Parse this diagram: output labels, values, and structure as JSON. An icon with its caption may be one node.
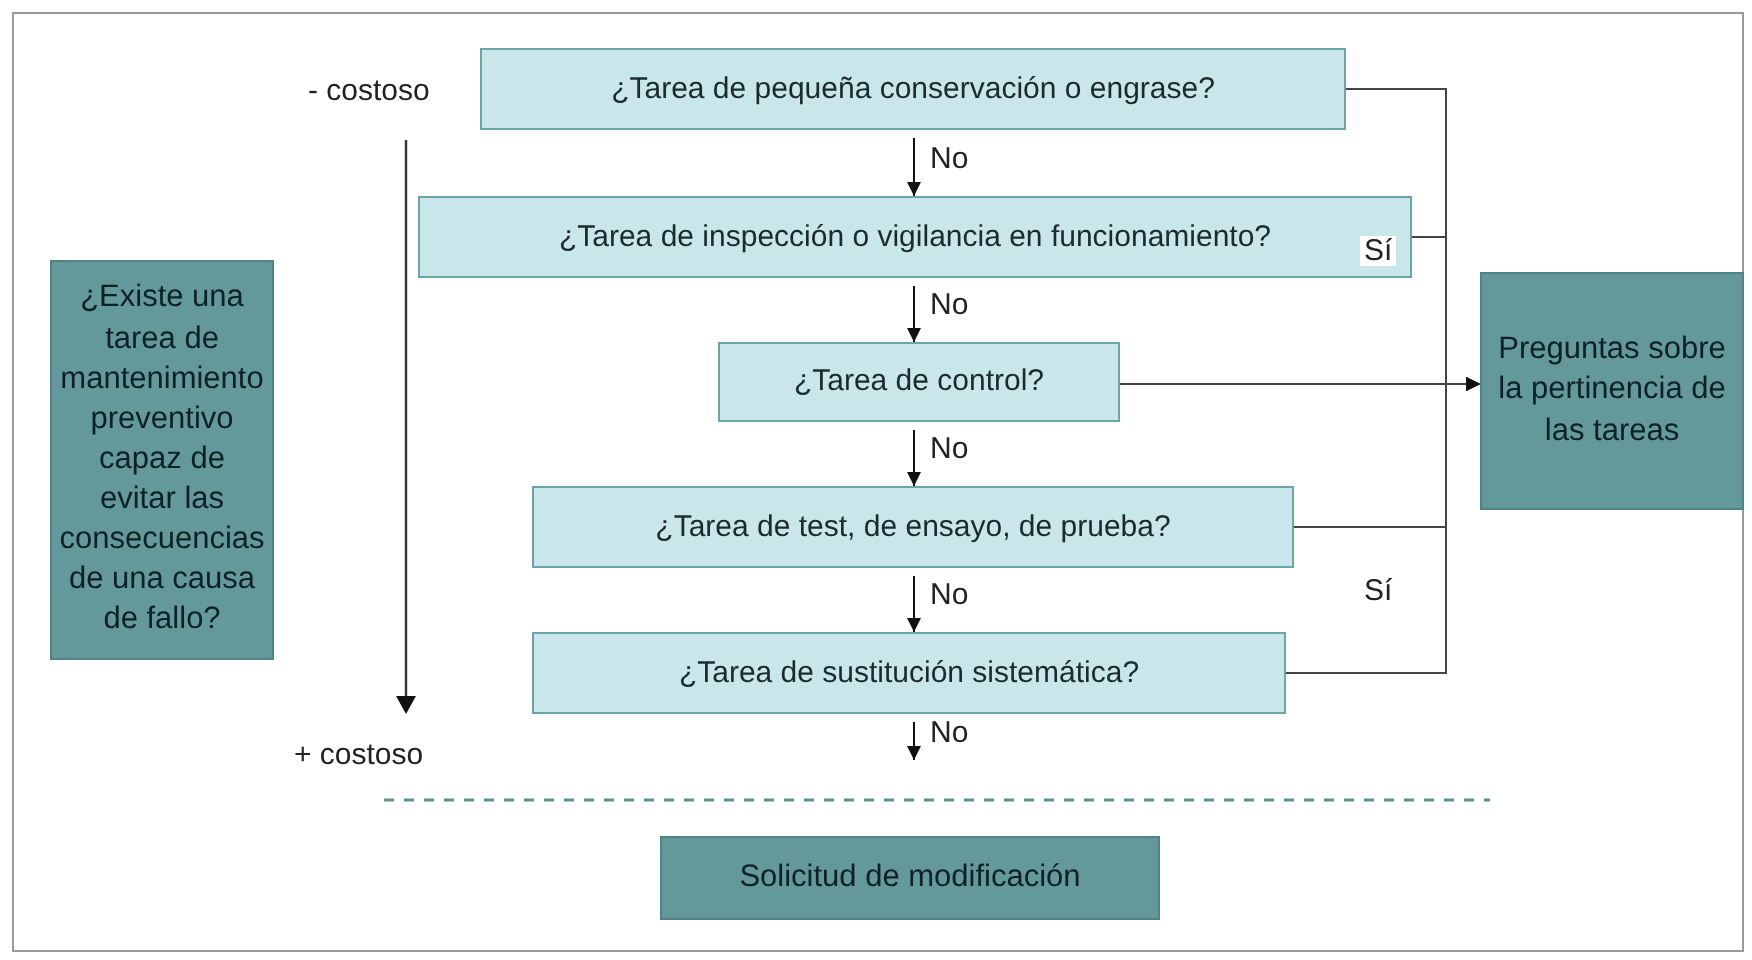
{
  "diagram": {
    "nodes": [
      {
        "text": [
          "¿Existe una tarea de mantenimiento preventivo capaz de evitar las consecuencias de una causa de fallo?"
        ]
      },
      {
        "text": [
          "¿Tarea de pequeña conservación o engrase?"
        ]
      },
      {
        "text": [
          "¿Tarea de inspección o vigilancia en funcionamiento?"
        ]
      },
      {
        "text": [
          "¿Tarea de control?"
        ]
      },
      {
        "text": [
          "¿Tarea de test, de ensayo, de prueba?"
        ]
      },
      {
        "text": [
          "¿Tarea de sustitución sistemática?"
        ]
      },
      {
        "text": [
          "Preguntas sobre la pertinencia de las tareas"
        ]
      },
      {
        "text": [
          "Solicitud de modificación"
        ]
      }
    ],
    "edges": [
      {
        "from": 1,
        "to": 2,
        "arrow": "to",
        "label": "No"
      },
      {
        "from": 2,
        "to": 3,
        "arrow": "to",
        "label": "No"
      },
      {
        "from": 3,
        "to": 4,
        "arrow": "to",
        "label": "No"
      },
      {
        "from": 4,
        "to": 5,
        "arrow": "to",
        "label": "No"
      },
      {
        "from": 5,
        "to": null,
        "arrow": "to",
        "label": "No"
      },
      {
        "from": 1,
        "to": 6,
        "arrow": "to"
      },
      {
        "from": 2,
        "to": 6,
        "arrow": "to"
      },
      {
        "from": 3,
        "to": 6,
        "arrow": "to"
      },
      {
        "from": 4,
        "to": 6,
        "arrow": "to"
      },
      {
        "from": 5,
        "to": 6,
        "arrow": "to"
      }
    ],
    "labels": [
      "- costoso",
      "Sí",
      "Sí",
      "+ costoso"
    ]
  }
}
